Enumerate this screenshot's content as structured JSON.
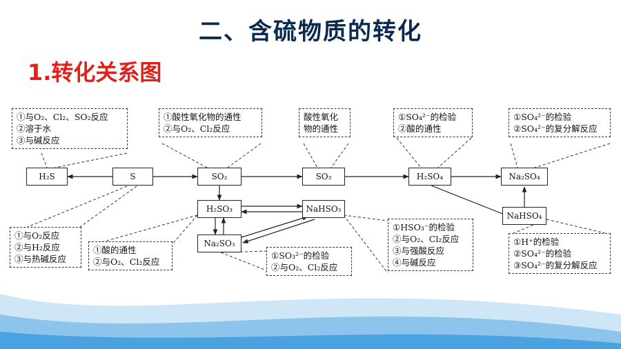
{
  "title": "二、含硫物质的转化",
  "subtitle": "1.转化关系图",
  "nodes": {
    "h2s": "H₂S",
    "s": "S",
    "so2": "SO₂",
    "so3": "SO₃",
    "h2so4": "H₂SO₄",
    "na2so4": "Na₂SO₄",
    "h2so3": "H₂SO₃",
    "nahso3": "NaHSO₃",
    "na2so3": "Na₂SO₃",
    "nahso4": "NaHSO₄"
  },
  "notes": {
    "s_to_h2s": [
      "①与O₂、Cl₂、SO₂反应",
      "②溶于水",
      "③与碱反应"
    ],
    "so2_props": [
      "①酸性氧化物的通性",
      "②与O₂、Cl₂反应"
    ],
    "so3_props": [
      "酸性氧化",
      "物的通性"
    ],
    "h2so4_props": [
      "①SO₄²⁻的检验",
      "②酸的通性"
    ],
    "na2so4_props": [
      "①SO₄²⁻的检验",
      "②SO₄²⁻的复分解反应"
    ],
    "s_reactions": [
      "①与O₂反应",
      "②与H₂反应",
      "③与热碱反应"
    ],
    "h2so3_props": [
      "①酸的通性",
      "②与O₂、Cl₂反应"
    ],
    "na2so3_props": [
      "①SO₃²⁻的检验",
      "②与O₂、Cl₂反应"
    ],
    "nahso3_props": [
      "①HSO₃⁻的检验",
      "②与O₂、Cl₂反应",
      "③与强酸反应",
      "④与碱反应"
    ],
    "nahso4_props": [
      "①H⁺的检验",
      "②SO₄²⁻的检验",
      "③SO₄²⁻的复分解反应"
    ]
  },
  "colors": {
    "title": "#0b2a4f",
    "subtitle": "#e0201b",
    "wave": "#4aa3e0"
  }
}
